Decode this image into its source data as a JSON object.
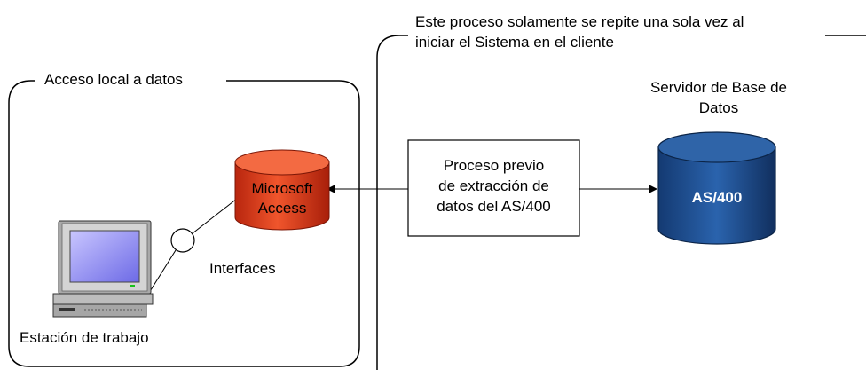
{
  "groups": {
    "local": {
      "label": "Acceso local a datos"
    },
    "server": {
      "label_line1": "Este proceso solamente se repite una sola vez al",
      "label_line2": "iniciar el Sistema en el cliente"
    }
  },
  "workstation": {
    "label": "Estación de trabajo"
  },
  "interfaces": {
    "label": "Interfaces"
  },
  "access_db": {
    "label_line1": "Microsoft",
    "label_line2": "Access",
    "color": "#e8401c"
  },
  "process_box": {
    "line1": "Proceso previo",
    "line2": "de extracción de",
    "line3": "datos del AS/400"
  },
  "server_db": {
    "title_line1": "Servidor de Base de",
    "title_line2": "Datos",
    "label": "AS/400",
    "color": "#1f4f8f"
  }
}
